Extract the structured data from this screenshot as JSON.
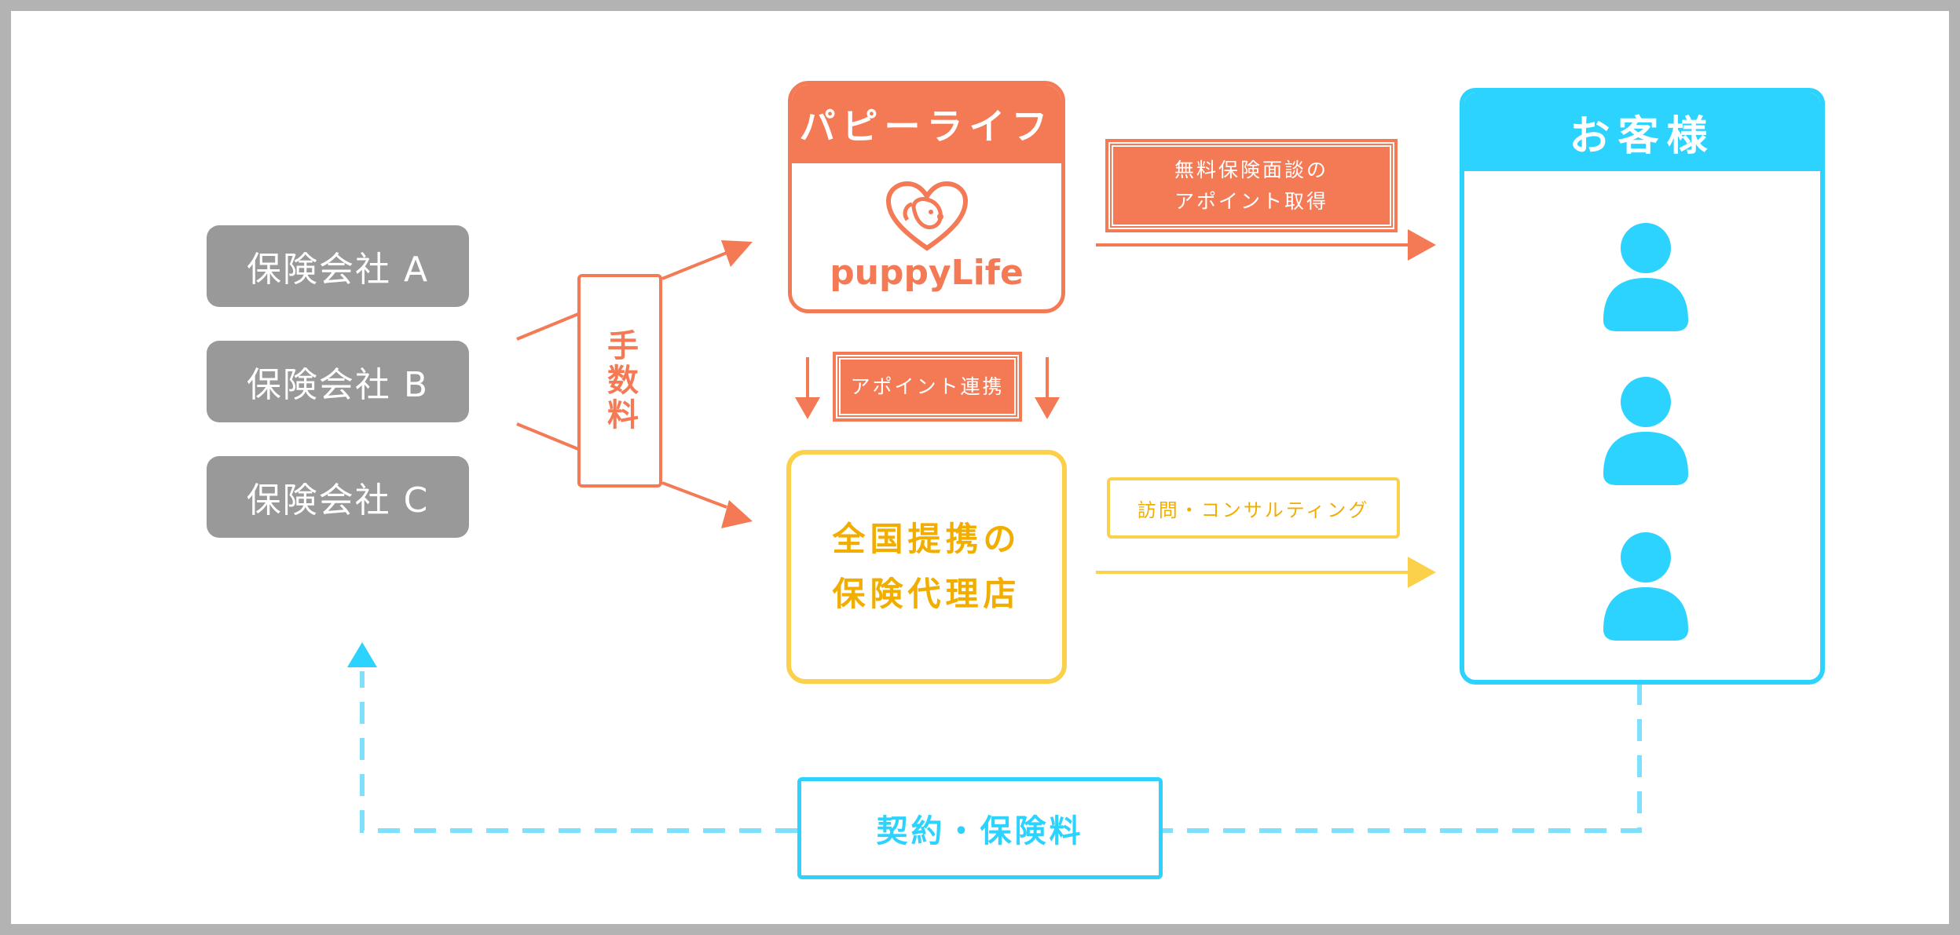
{
  "insurers": [
    {
      "label": "保険会社 A"
    },
    {
      "label": "保険会社 B"
    },
    {
      "label": "保険会社 C"
    }
  ],
  "fee": {
    "label": "手数料"
  },
  "puppy": {
    "title": "パピーライフ",
    "logo_text": "puppyLife"
  },
  "appointment_tag": {
    "line1": "無料保険面談の",
    "line2": "アポイント取得"
  },
  "appointment_link": {
    "label": "アポイント連携"
  },
  "agency": {
    "line1": "全国提携の",
    "line2": "保険代理店"
  },
  "visit": {
    "label": "訪問・コンサルティング"
  },
  "customer": {
    "title": "お客様"
  },
  "contract": {
    "label": "契約・保険料"
  },
  "colors": {
    "orange": "#f47a55",
    "yellow": "#fbd14b",
    "cyan": "#2dd3ff",
    "gray": "#999999"
  }
}
